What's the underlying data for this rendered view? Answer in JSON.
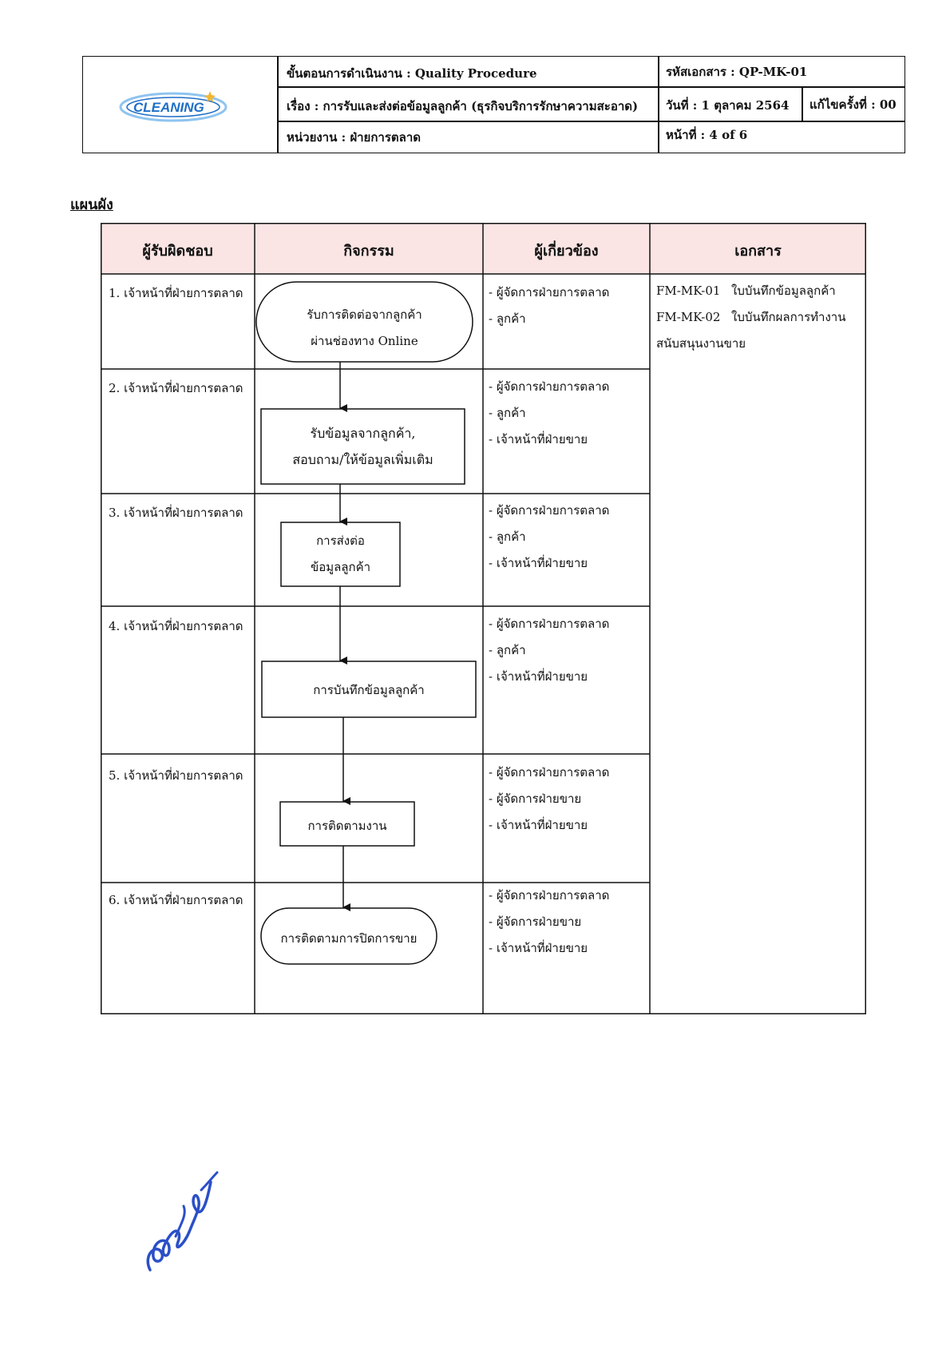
{
  "header": {
    "logo_text": "CLEANING",
    "procedure_label": "ขั้นตอนการดำเนินงาน : Quality Procedure",
    "doc_code": "รหัสเอกสาร : QP-MK-01",
    "subject": "เรื่อง : การรับและส่งต่อข้อมูลลูกค้า (ธุรกิจบริการรักษาความสะอาด)",
    "date": "วันที่ : 1 ตุลาคม 2564",
    "revision": "แก้ไขครั้งที่ : 00",
    "department": "หน่วยงาน : ฝ่ายการตลาด",
    "page": "หน้าที่ : 4 of 6"
  },
  "section_title": "แผนผัง",
  "table": {
    "columns": [
      "ผู้รับผิดชอบ",
      "กิจกรรม",
      "ผู้เกี่ยวข้อง",
      "เอกสาร"
    ],
    "rows": [
      {
        "responsible": "1. เจ้าหน้าที่ฝ่ายการตลาด",
        "activity": [
          "รับการติดต่อจากลูกค้า",
          "ผ่านช่องทาง Online"
        ],
        "related": [
          "- ผู้จัดการฝ่ายการตลาด",
          "- ลูกค้า"
        ]
      },
      {
        "responsible": "2. เจ้าหน้าที่ฝ่ายการตลาด",
        "activity": [
          "รับข้อมูลจากลูกค้า,",
          "สอบถาม/ให้ข้อมูลเพิ่มเติม"
        ],
        "related": [
          "- ผู้จัดการฝ่ายการตลาด",
          "- ลูกค้า",
          "- เจ้าหน้าที่ฝ่ายขาย"
        ]
      },
      {
        "responsible": "3. เจ้าหน้าที่ฝ่ายการตลาด",
        "activity": [
          "การส่งต่อ",
          "ข้อมูลลูกค้า"
        ],
        "related": [
          "- ผู้จัดการฝ่ายการตลาด",
          "- ลูกค้า",
          "- เจ้าหน้าที่ฝ่ายขาย"
        ]
      },
      {
        "responsible": "4. เจ้าหน้าที่ฝ่ายการตลาด",
        "activity": [
          "การบันทึกข้อมูลลูกค้า"
        ],
        "related": [
          "- ผู้จัดการฝ่ายการตลาด",
          "- ลูกค้า",
          "- เจ้าหน้าที่ฝ่ายขาย"
        ]
      },
      {
        "responsible": "5. เจ้าหน้าที่ฝ่ายการตลาด",
        "activity": [
          "การติดตามงาน"
        ],
        "related": [
          "- ผู้จัดการฝ่ายการตลาด",
          "- ผู้จัดการฝ่ายขาย",
          "- เจ้าหน้าที่ฝ่ายขาย"
        ]
      },
      {
        "responsible": "6. เจ้าหน้าที่ฝ่ายการตลาด",
        "activity": [
          "การติดตามการปิดการขาย"
        ],
        "related": [
          "- ผู้จัดการฝ่ายการตลาด",
          "- ผู้จัดการฝ่ายขาย",
          "- เจ้าหน้าที่ฝ่ายขาย"
        ]
      }
    ],
    "documents": [
      {
        "code": "FM-MK-01",
        "name": "ใบบันทึกข้อมูลลูกค้า"
      },
      {
        "code": "FM-MK-02",
        "name": "ใบบันทึกผลการทำงาน"
      },
      {
        "code": "",
        "name": "สนับสนุนงานขาย"
      }
    ]
  },
  "colors": {
    "header_fill": "#fbe4e4",
    "logo_blue": "#1f6fc6",
    "logo_light": "#8fc4ef",
    "signature_blue": "#2b4fc8"
  }
}
